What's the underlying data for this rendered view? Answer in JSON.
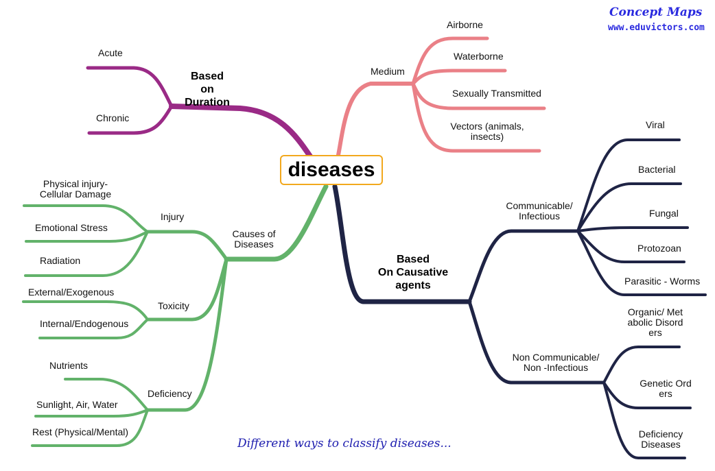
{
  "center": {
    "label": "diseases"
  },
  "branding": {
    "title": "Concept Maps",
    "url": "www.eduvictors.com"
  },
  "caption": "Different ways to classify diseases...",
  "colors": {
    "duration": "#9a2a86",
    "medium": "#ea8087",
    "causes": "#62b26a",
    "causative": "#1f2445",
    "center_border": "#f2a81d",
    "brand": "#2a2adf"
  },
  "duration": {
    "title_lines": [
      "Based",
      "on",
      "Duration"
    ],
    "items": [
      "Acute",
      "Chronic"
    ]
  },
  "medium": {
    "title": "Medium",
    "items": [
      "Airborne",
      "Waterborne",
      "Sexually Transmitted",
      "Vectors  (animals, insects)"
    ]
  },
  "causes": {
    "title": "Causes of Diseases",
    "injury": {
      "title": "Injury",
      "items": [
        "Physical  injury- Cellular  Damage",
        "Emotional Stress",
        "Radiation"
      ]
    },
    "toxicity": {
      "title": "Toxicity",
      "items": [
        "External/Exogenous",
        "Internal/Endogenous"
      ]
    },
    "deficiency": {
      "title": "Deficiency",
      "items": [
        "Nutrients",
        "Sunlight, Air, Water",
        "Rest (Physical/Mental)"
      ]
    }
  },
  "causative": {
    "title_lines": [
      "Based",
      "On Causative",
      "agents"
    ],
    "communicable": {
      "title": "Communicable/ Infectious",
      "items": [
        "Viral",
        "Bacterial",
        "Fungal",
        "Protozoan",
        "Parasitic - Worms"
      ]
    },
    "non_communicable": {
      "title": "Non Communicable/ Non -Infectious",
      "items": [
        "Organic/ Metabolic Disorders",
        "Genetic Orders",
        "Deficiency Diseases"
      ]
    }
  }
}
